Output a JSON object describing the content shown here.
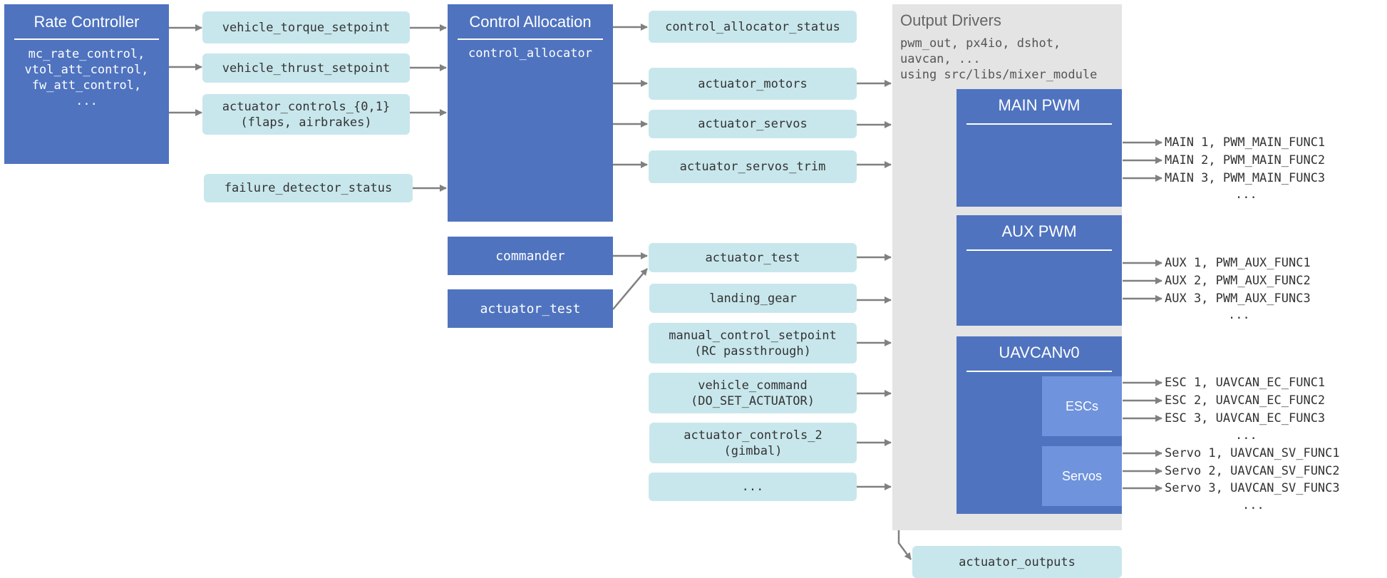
{
  "rate_controller": {
    "title": "Rate Controller",
    "modules": "mc_rate_control,\nvtol_att_control,\nfw_att_control,\n..."
  },
  "rc_topics": {
    "torque": "vehicle_torque_setpoint",
    "thrust": "vehicle_thrust_setpoint",
    "controls": "actuator_controls_{0,1}\n(flaps, airbrakes)",
    "failure": "failure_detector_status"
  },
  "control_allocation": {
    "title": "Control Allocation",
    "module": "control_allocator"
  },
  "commander": {
    "label": "commander"
  },
  "actuator_test_module": {
    "label": "actuator_test"
  },
  "ca_outputs": {
    "status": "control_allocator_status",
    "motors": "actuator_motors",
    "servos": "actuator_servos",
    "servos_trim": "actuator_servos_trim"
  },
  "other_topics": {
    "actuator_test": "actuator_test",
    "landing_gear": "landing_gear",
    "manual": "manual_control_setpoint\n(RC passthrough)",
    "vehicle_command": "vehicle_command\n(DO_SET_ACTUATOR)",
    "controls_2": "actuator_controls_2\n(gimbal)",
    "more": "..."
  },
  "output_drivers": {
    "title": "Output Drivers",
    "subtitle": "pwm_out, px4io, dshot,\nuavcan, ...\nusing src/libs/mixer_module"
  },
  "main_pwm": {
    "title": "MAIN PWM",
    "outputs": [
      "MAIN 1, PWM_MAIN_FUNC1",
      "MAIN 2, PWM_MAIN_FUNC2",
      "MAIN 3, PWM_MAIN_FUNC3",
      "..."
    ]
  },
  "aux_pwm": {
    "title": "AUX PWM",
    "outputs": [
      "AUX 1, PWM_AUX_FUNC1",
      "AUX 2, PWM_AUX_FUNC2",
      "AUX 3, PWM_AUX_FUNC3",
      "..."
    ]
  },
  "uavcan": {
    "title": "UAVCANv0",
    "escs_label": "ESCs",
    "servos_label": "Servos",
    "esc_outputs": [
      "ESC 1, UAVCAN_EC_FUNC1",
      "ESC 2, UAVCAN_EC_FUNC2",
      "ESC 3, UAVCAN_EC_FUNC3",
      "..."
    ],
    "servo_outputs": [
      "Servo 1, UAVCAN_SV_FUNC1",
      "Servo 2, UAVCAN_SV_FUNC2",
      "Servo 3, UAVCAN_SV_FUNC3",
      "..."
    ]
  },
  "actuator_outputs": {
    "label": "actuator_outputs"
  },
  "colors": {
    "module": "#4f73bf",
    "topic": "#c8e7ec",
    "sub_module": "#6f93dc",
    "driver_area": "#e4e4e4",
    "arrow": "#808080"
  }
}
